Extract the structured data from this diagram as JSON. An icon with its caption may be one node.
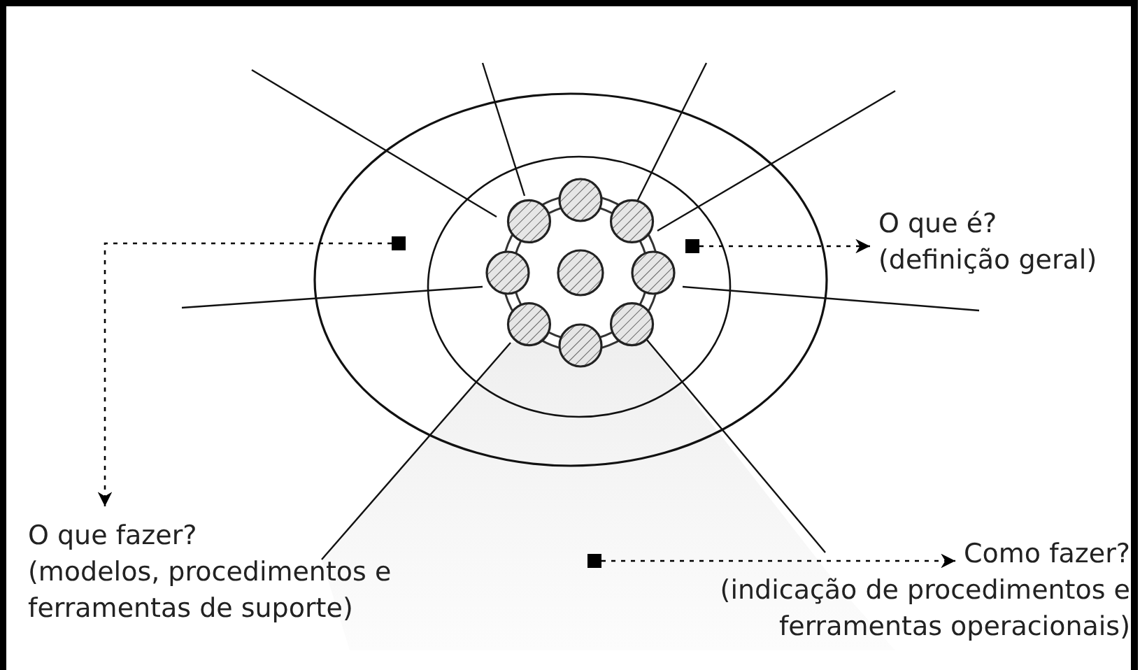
{
  "diagram": {
    "nodes": [
      {
        "text": [
          "O que é?",
          "(definição geral)"
        ]
      },
      {
        "text": [
          "O que fazer?",
          "(modelos, procedimentos e ferramentas de suporte)"
        ]
      },
      {
        "text": [
          "Como fazer?",
          "(indicação de procedimentos e ferramentas operacionais)"
        ]
      },
      {
        "text": [],
        "shape": "box"
      },
      {
        "text": [],
        "shape": "box"
      },
      {
        "text": [],
        "shape": "box"
      }
    ],
    "edges": [
      {
        "from": 5,
        "to": 0,
        "arrow": "to",
        "style": "dashed"
      },
      {
        "from": 3,
        "to": 1,
        "arrow": "to",
        "style": "dashed"
      },
      {
        "from": 4,
        "to": 2,
        "arrow": "to",
        "style": "dashed"
      }
    ]
  }
}
